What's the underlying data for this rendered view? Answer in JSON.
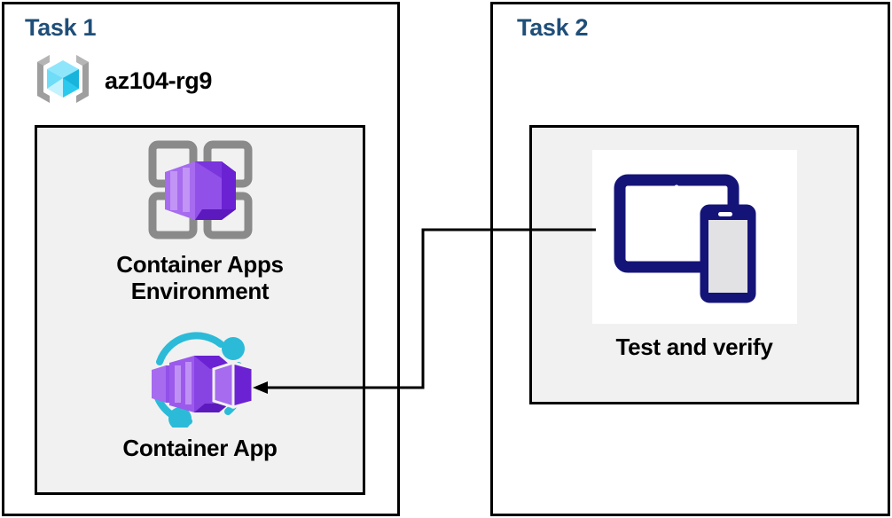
{
  "diagram": {
    "title_color": "#1F4E79",
    "background": "#ffffff",
    "panel_border_color": "#000000",
    "inner_box_fill": "#F1F1F1"
  },
  "task1": {
    "title": "Task 1",
    "resource_group": {
      "icon": "azure-resource-group-icon",
      "name": "az104-rg9"
    },
    "nodes": [
      {
        "icon": "container-apps-environment-icon",
        "label": "Container Apps\nEnvironment"
      },
      {
        "icon": "container-app-icon",
        "label": "Container App"
      }
    ]
  },
  "task2": {
    "title": "Task 2",
    "nodes": [
      {
        "icon": "devices-test-icon",
        "label": "Test and verify"
      }
    ]
  },
  "connector": {
    "name": "test-to-container-app-arrow",
    "from": "Test and verify",
    "to": "Container App",
    "direction": "right-to-left",
    "color": "#000000",
    "arrowhead": "left"
  }
}
